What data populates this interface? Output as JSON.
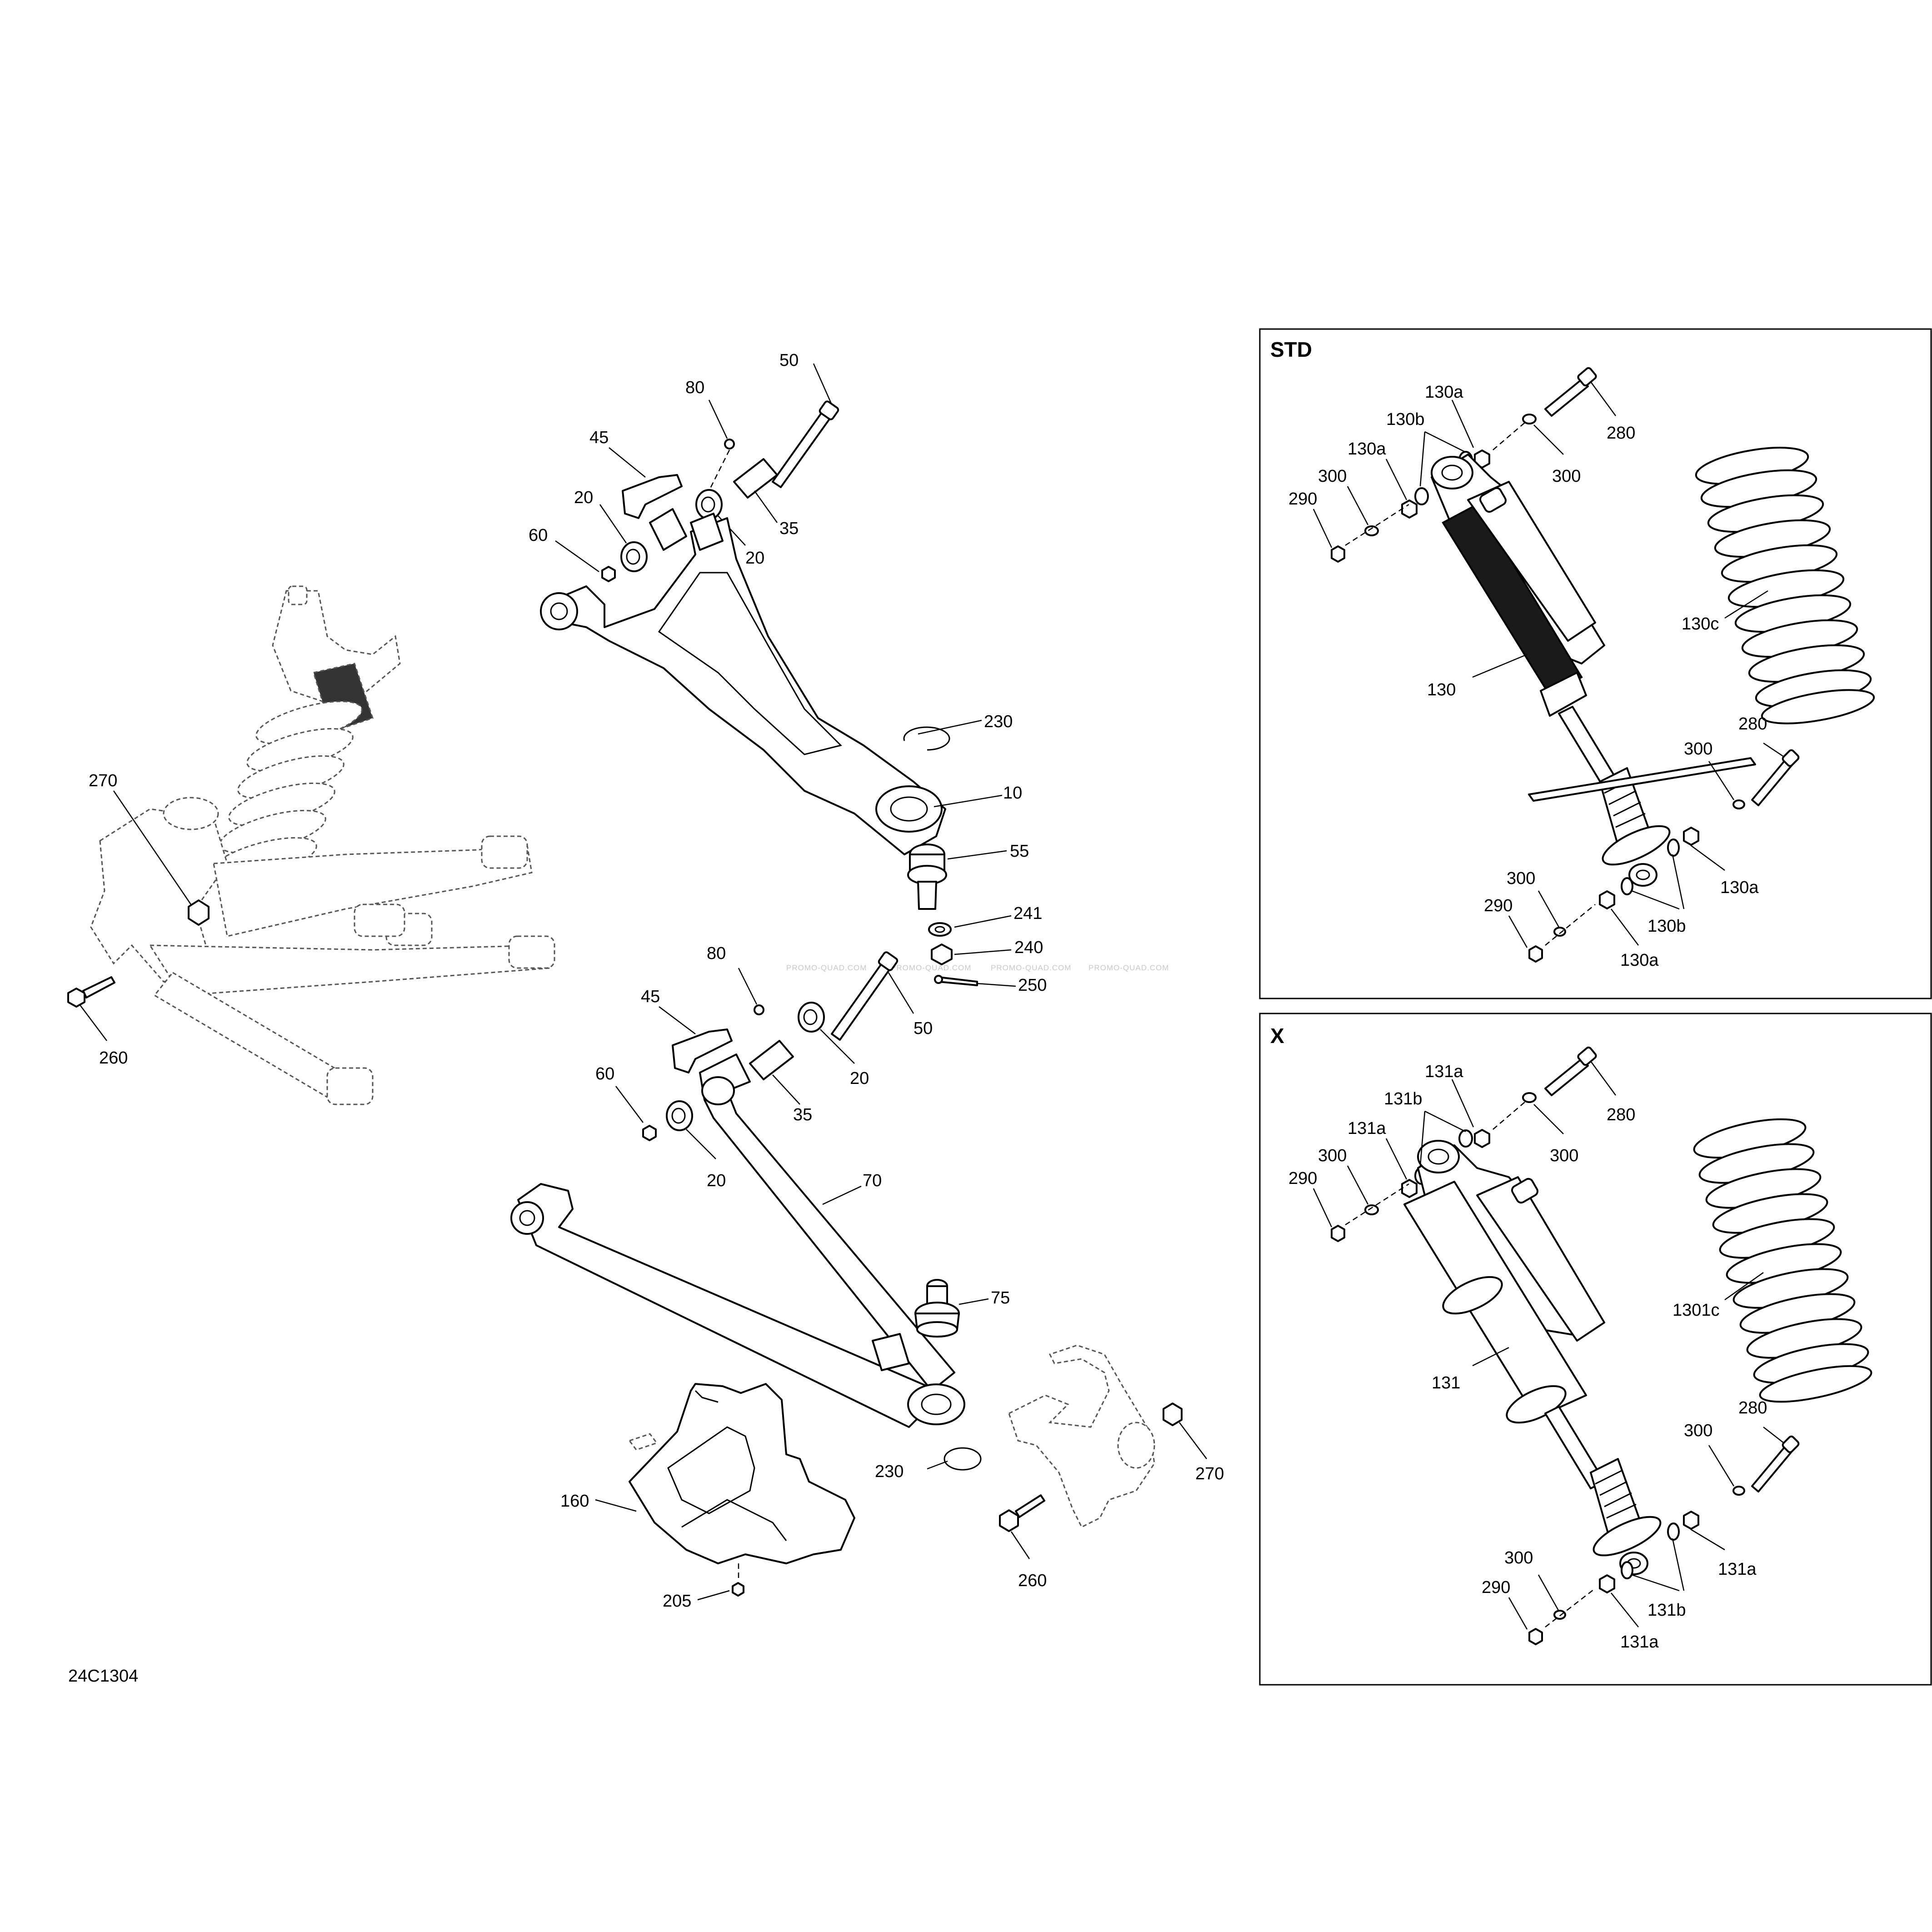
{
  "diagram_code": "24C1304",
  "watermark": "PROMO-QUAD.COM",
  "panels": {
    "std": {
      "title": "STD"
    },
    "x": {
      "title": "X"
    }
  },
  "callouts": {
    "main": {
      "c50a": "50",
      "c80a": "80",
      "c45a": "45",
      "c20a": "20",
      "c60a": "60",
      "c20b": "20",
      "c35a": "35",
      "c230a": "230",
      "c10": "10",
      "c55": "55",
      "c241": "241",
      "c240": "240",
      "c250": "250",
      "c80b": "80",
      "c45b": "45",
      "c50b": "50",
      "c20c": "20",
      "c60b": "60",
      "c35b": "35",
      "c20d": "20",
      "c70": "70",
      "c75": "75",
      "c230b": "230",
      "c270b": "270",
      "c160": "160",
      "c260b": "260",
      "c205": "205",
      "c270a": "270",
      "c260a": "260"
    },
    "std": {
      "c130a1": "130a",
      "c130b1": "130b",
      "c130a2": "130a",
      "c300a": "300",
      "c290a": "290",
      "c280a": "280",
      "c300b": "300",
      "c130c": "130c",
      "c130": "130",
      "c280b": "280",
      "c300c": "300",
      "c300d": "300",
      "c290b": "290",
      "c130a3": "130a",
      "c130b2": "130b",
      "c130a4": "130a"
    },
    "x": {
      "c131a1": "131a",
      "c131b1": "131b",
      "c131a2": "131a",
      "c300a": "300",
      "c290a": "290",
      "c280a": "280",
      "c300b": "300",
      "c1301c": "1301c",
      "c131": "131",
      "c280b": "280",
      "c300c": "300",
      "c300d": "300",
      "c290b": "290",
      "c131a3": "131a",
      "c131b2": "131b",
      "c131a4": "131a"
    }
  }
}
